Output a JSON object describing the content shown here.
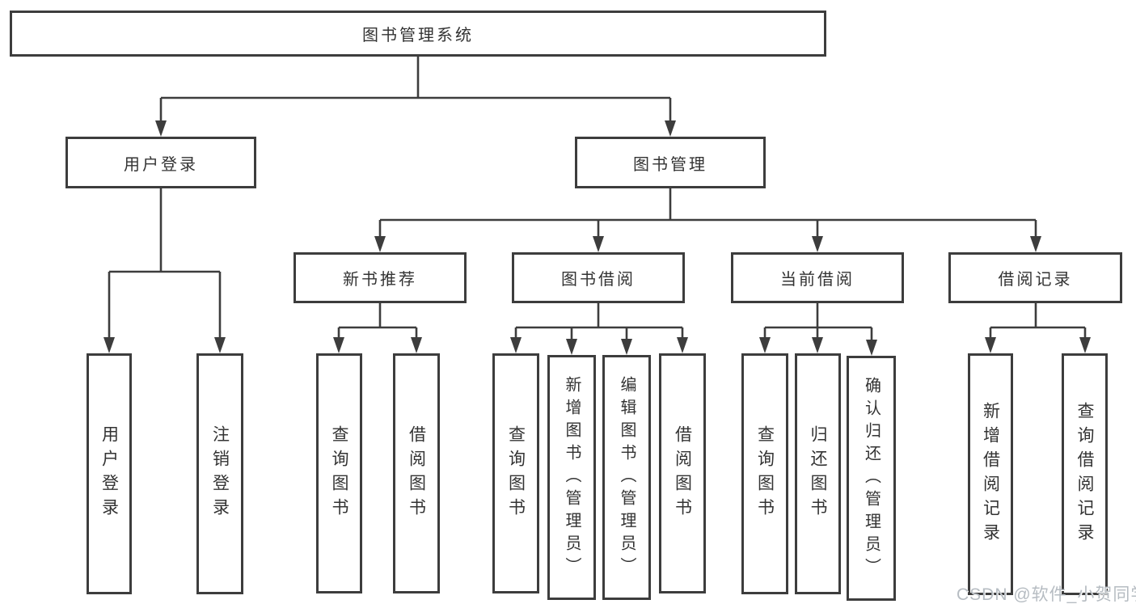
{
  "tree": {
    "root": {
      "label": "图书管理系统",
      "children": [
        {
          "label": "用户登录",
          "children": [
            {
              "label": "用户登录"
            },
            {
              "label": "注销登录"
            }
          ]
        },
        {
          "label": "图书管理",
          "children": [
            {
              "label": "新书推荐",
              "children": [
                {
                  "label": "查询图书"
                },
                {
                  "label": "借阅图书"
                }
              ]
            },
            {
              "label": "图书借阅",
              "children": [
                {
                  "label": "查询图书"
                },
                {
                  "label": "新增图书（管理员）"
                },
                {
                  "label": "编辑图书（管理员）"
                },
                {
                  "label": "借阅图书"
                }
              ]
            },
            {
              "label": "当前借阅",
              "children": [
                {
                  "label": "查询图书"
                },
                {
                  "label": "归还图书"
                },
                {
                  "label": "确认归还（管理员）"
                }
              ]
            },
            {
              "label": "借阅记录",
              "children": [
                {
                  "label": "新增借阅记录"
                },
                {
                  "label": "查询借阅记录"
                }
              ]
            }
          ]
        }
      ]
    }
  },
  "watermark": {
    "text": "CSDN @软件_小贺同学"
  },
  "colors": {
    "line": "#3d3d3d",
    "text": "#333333",
    "background": "#ffffff",
    "watermark": "#b6bcc2"
  }
}
